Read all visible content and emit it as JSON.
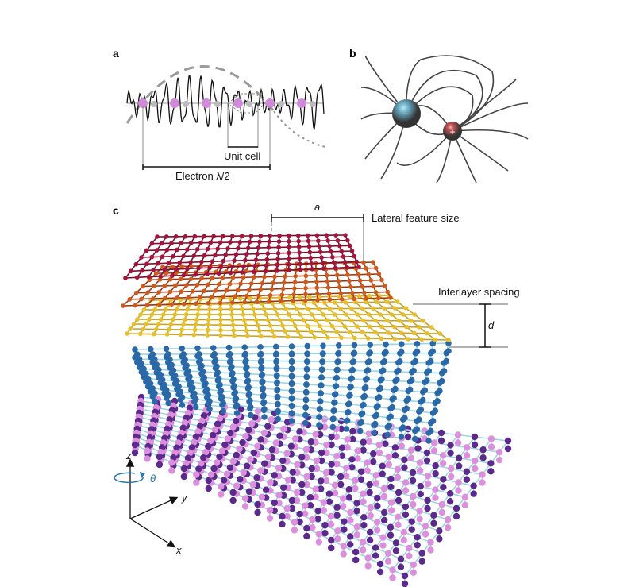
{
  "panels": {
    "a": {
      "letter": "a",
      "unit_cell_label": "Unit cell",
      "electron_label": "Electron λ/2"
    },
    "b": {
      "letter": "b",
      "negative_sign": "−",
      "positive_sign": "+"
    },
    "c": {
      "letter": "c",
      "lateral_symbol": "a",
      "lateral_label": "Lateral feature size",
      "interlayer_label": "Interlayer spacing",
      "interlayer_symbol": "d",
      "axes": {
        "z": "z",
        "y": "y",
        "x": "x",
        "theta": "θ"
      }
    }
  },
  "colors": {
    "layer_red": "#a3143c",
    "layer_orange": "#cf5a1c",
    "layer_yellow": "#e6c02c",
    "layer_blue": "#2b68a8",
    "bond_cyan": "#9ad6e4",
    "layer_purple": "#5b2a8c",
    "atom_pink": "#dc8fdc",
    "theta_arrow": "#2a78a8"
  }
}
